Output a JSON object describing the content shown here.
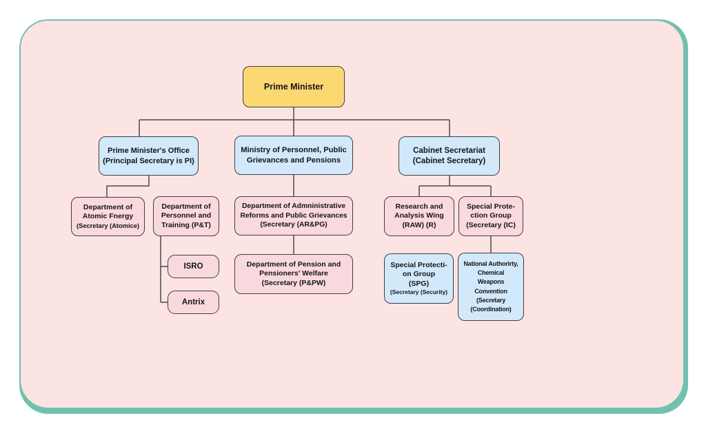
{
  "colors": {
    "page_background": "#ffffff",
    "backing_card_teal": "#72c0b0",
    "canvas_pink": "#fce4e3",
    "node_yellow": "#fcd873",
    "node_blue": "#d2e9fc",
    "node_pink": "#f9d9de",
    "node_border": "#3e3e3e",
    "connector_line": "#4a4a4a"
  },
  "nodes": {
    "prime_minister": {
      "lines": [
        "Prime Minister"
      ]
    },
    "pmo": {
      "lines": [
        "Prime Minister's Office",
        "(Principal Secretary is PI)"
      ]
    },
    "ministry_personnel": {
      "lines": [
        "Ministry of Personnel, Public",
        "Grievances and Pensions"
      ]
    },
    "cabinet_secretariat": {
      "lines": [
        "Cabinet Secretariat",
        "(Cabinet Secretary)"
      ]
    },
    "dept_atomic_energy": {
      "lines": [
        "Department of",
        "Atomic Fnergy"
      ],
      "sub": "(Secretary (Atomice)"
    },
    "dept_personnel_training": {
      "lines": [
        "Department of",
        "Personnel and",
        "Training (P&T)"
      ]
    },
    "isro": {
      "lines": [
        "ISRO"
      ]
    },
    "antrix": {
      "lines": [
        "Antrix"
      ]
    },
    "dept_admin_reforms": {
      "lines": [
        "Department of Admninistrative",
        "Reforms and Public Grievances",
        "(Secretary (AR&PG)"
      ]
    },
    "dept_pension_welfare": {
      "lines": [
        "Department of Pension and",
        "Pensioners' Welfare",
        "(Secretary (P&PW)"
      ]
    },
    "research_analysis_wing": {
      "lines": [
        "Research and",
        "Analysis Wing",
        "(RAW) (R)"
      ]
    },
    "special_protection_group_pink": {
      "lines": [
        "Special Prote-",
        "ction Group",
        "(Secretary (IC)"
      ]
    },
    "special_protection_group_blue": {
      "lines": [
        "Special Protecti-",
        "on Group",
        "(SPG)"
      ],
      "sub": "(Secretary (Security)"
    },
    "national_authority": {
      "lines": [
        "National Authorirty,",
        "Chemical",
        "Weapons",
        "Convention",
        "(Secretary",
        "(Coordination)"
      ]
    }
  }
}
